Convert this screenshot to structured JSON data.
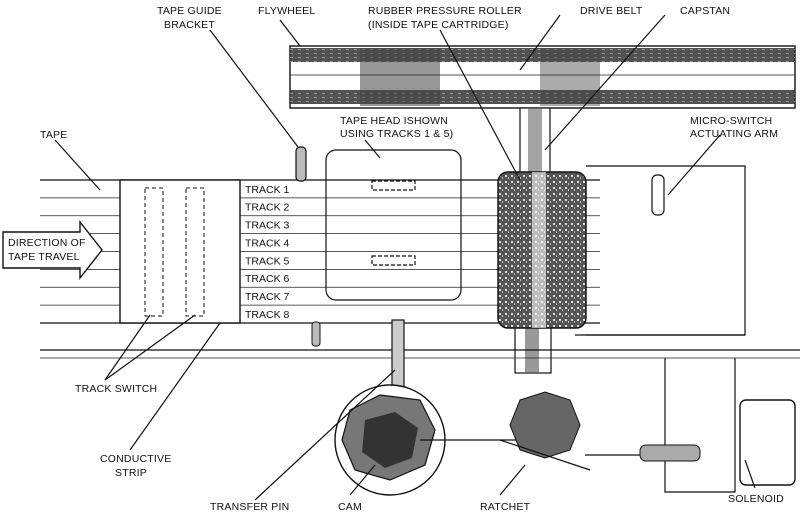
{
  "labels": {
    "tape_guide_bracket_1": "TAPE GUIDE",
    "tape_guide_bracket_2": "BRACKET",
    "flywheel": "FLYWHEEL",
    "rubber_roller_1": "RUBBER PRESSURE ROLLER",
    "rubber_roller_2": "(INSIDE TAPE CARTRIDGE)",
    "drive_belt": "DRIVE BELT",
    "capstan": "CAPSTAN",
    "tape": "TAPE",
    "tape_head_1": "TAPE HEAD ISHOWN",
    "tape_head_2": "USING TRACKS 1 & 5)",
    "micro_switch_1": "MICRO-SWITCH",
    "micro_switch_2": "ACTUATING ARM",
    "direction_1": "DIRECTION OF",
    "direction_2": "TAPE TRAVEL",
    "track_switch": "TRACK SWITCH",
    "conductive_1": "CONDUCTIVE",
    "conductive_2": "STRIP",
    "transfer_pin": "TRANSFER PIN",
    "cam": "CAM",
    "ratchet": "RATCHET",
    "solenoid": "SOLENOID"
  },
  "tracks": [
    "TRACK 1",
    "TRACK 2",
    "TRACK 3",
    "TRACK 4",
    "TRACK 5",
    "TRACK 6",
    "TRACK 7",
    "TRACK 8"
  ]
}
